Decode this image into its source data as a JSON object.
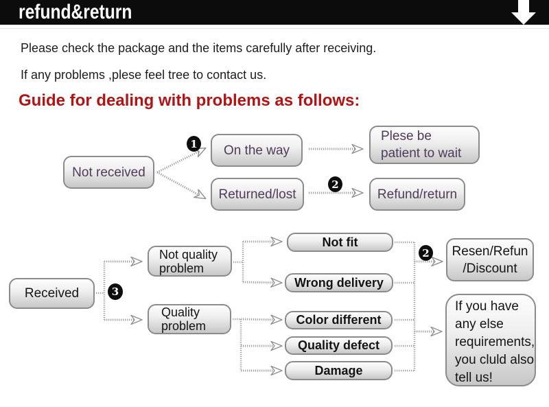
{
  "banner": {
    "title": "refund&return",
    "arrow_icon": "down-arrow"
  },
  "intro": {
    "line1": "Please check the package and the items carefully after receiving.",
    "line2": "If any problems ,plese feel tree to contact us."
  },
  "heading": "Guide for dealing with problems as follows:",
  "flow_top": {
    "badge_1": "1",
    "badge_2": "2",
    "nodes": {
      "not_received": "Not received",
      "on_the_way": "On the way",
      "returned_lost": "Returned/lost",
      "be_patient": "Plese be\npatient to wait",
      "refund_return": "Refund/return"
    }
  },
  "flow_bottom": {
    "badge_3": "3",
    "badge_2": "2",
    "nodes": {
      "received": "Received",
      "not_quality_problem": "Not quality\nproblem",
      "quality_problem": "Quality\nproblem",
      "not_fit": "Not fit",
      "wrong_delivery": "Wrong delivery",
      "color_different": "Color different",
      "quality_defect": "Quality defect",
      "damage": "Damage",
      "resend_refund_discount": "Resen/Refun\n/Discount",
      "note": "If you have\nany else\nrequirements,\nyou cluld also\ntell us!"
    }
  },
  "colors": {
    "banner_bg": "#0c0c0c",
    "banner_text": "#ffffff",
    "heading_red": "#b11414",
    "body_text": "#1c1c1c",
    "box_text_purple": "#4f3b59",
    "box_text_dark": "#141414",
    "box_border": "#8b8b8b",
    "box_fill_bottom": "#c7c7c7",
    "connector_gray": "#a3a3a3",
    "badge_bg": "#0d0d0d",
    "badge_text": "#ffffff"
  }
}
